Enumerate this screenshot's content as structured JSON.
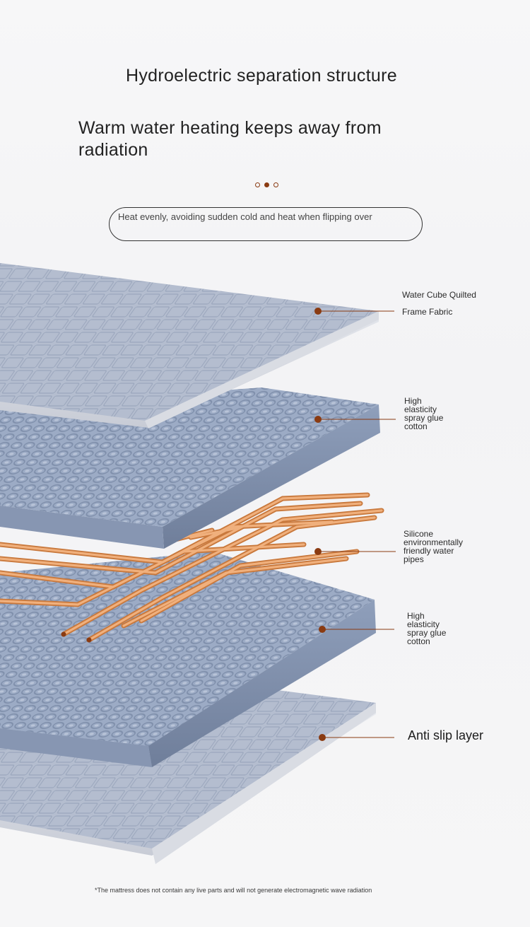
{
  "header": {
    "title": "Hydroelectric separation structure",
    "subtitle": "Warm water heating keeps away from radiation",
    "tagline": "Heat evenly, avoiding sudden cold and heat when flipping over"
  },
  "layers": [
    {
      "label_line1": "Water Cube Quilted",
      "label_line2": "Frame Fabric"
    },
    {
      "label_lines": [
        "High",
        "elasticity",
        "spray glue",
        "cotton"
      ]
    },
    {
      "label_lines": [
        "Silicone",
        "environmentally",
        "friendly water",
        "pipes"
      ]
    },
    {
      "label_lines": [
        "High",
        "elasticity",
        "spray glue",
        "cotton"
      ]
    },
    {
      "label_line1": "Anti slip layer"
    }
  ],
  "footnote": "*The mattress does not contain any live parts and will not generate electromagnetic wave radiation",
  "colors": {
    "accent": "#8a3b12",
    "fabric": "#a9b6cc",
    "pipe": "#e2985e"
  }
}
